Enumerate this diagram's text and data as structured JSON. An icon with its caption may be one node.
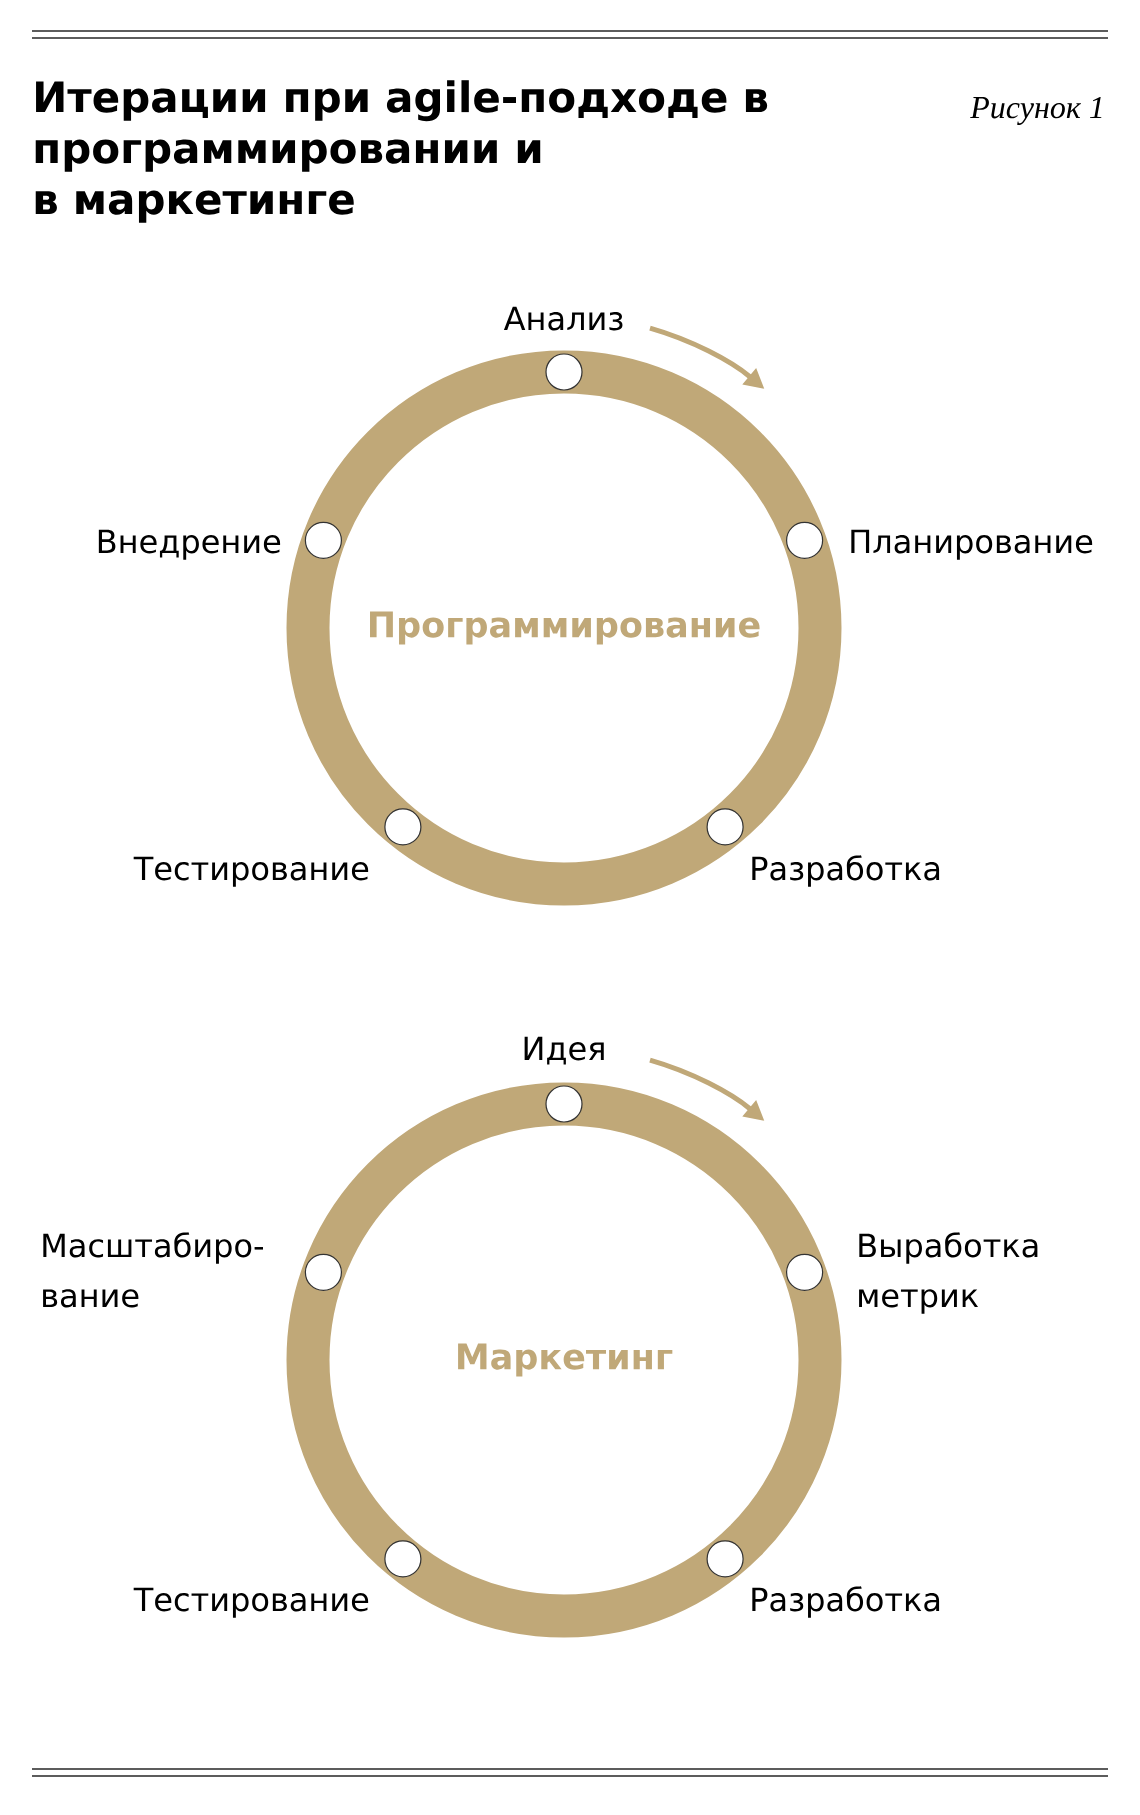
{
  "diagram": {
    "title": "Итерации при agile-подходе в программировании и в маркетинге",
    "nodes": [
      {
        "text": [
          "Программирование"
        ]
      },
      {
        "text": [],
        "shape": "circle",
        "beside": [
          "Анализ"
        ]
      },
      {
        "text": [],
        "shape": "circle",
        "beside": [
          "Внедрение"
        ]
      },
      {
        "text": [],
        "shape": "circle",
        "beside": [
          "Планирование"
        ]
      },
      {
        "text": [],
        "shape": "circle"
      },
      {
        "text": [],
        "shape": "circle",
        "beside": [
          "Разработка"
        ]
      },
      {
        "text": [
          "Маркетинг"
        ]
      },
      {
        "text": [],
        "shape": "circle",
        "beside": [
          "Идея"
        ]
      },
      {
        "text": [],
        "shape": "circle",
        "beside": [
          "Масштабиро-вание"
        ]
      },
      {
        "text": [],
        "shape": "circle",
        "beside": [
          "Выработка метрик"
        ]
      },
      {
        "text": [],
        "shape": "circle"
      },
      {
        "text": [],
        "shape": "circle",
        "beside": [
          "Разработка"
        ]
      }
    ],
    "labels": [
      "Рисунок 1",
      "Тестирование",
      "Тестирование"
    ]
  }
}
